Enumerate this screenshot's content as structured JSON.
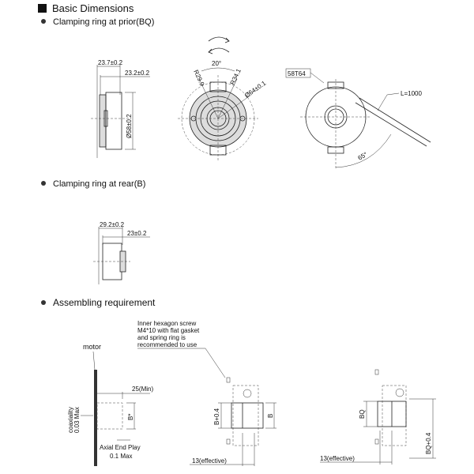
{
  "title": "Basic Dimensions",
  "sections": {
    "prior": {
      "label": "Clamping ring at prior(BQ)",
      "side_dims": {
        "overall": "23.7±0.2",
        "body": "23.2±0.2",
        "diameter": "Ø58±0.2"
      },
      "front_dims": {
        "angle": "20°",
        "r_inner": "R29.9",
        "r_outer": "R34.1",
        "diameter": "Ø64±0.1"
      },
      "cable_view": {
        "model": "58T64",
        "cable_length": "L=1000",
        "angle": "65°"
      }
    },
    "rear": {
      "label": "Clamping ring at rear(B)",
      "side_dims": {
        "overall": "29.2±0.2",
        "body": "23±0.2"
      }
    },
    "assembly": {
      "label": "Assembling requirement",
      "motor": "motor",
      "shaft_min": "25(Min)",
      "shaft_dia": "B*",
      "coaxiality": "coaxiality",
      "coax_value": "0.03 Max",
      "axial_label": "Axial End Play",
      "axial_value": "0.1 Max",
      "note": [
        "Inner hexagon screw",
        "M4*10 with flat gasket",
        "and spring ring is",
        "recommended to use"
      ],
      "b_hole": "B+0.4",
      "b": "B",
      "effective_1": "13(effective)",
      "bq": "BQ",
      "bq_hole": "BQ+0.4",
      "effective_2": "13(effective)"
    }
  }
}
